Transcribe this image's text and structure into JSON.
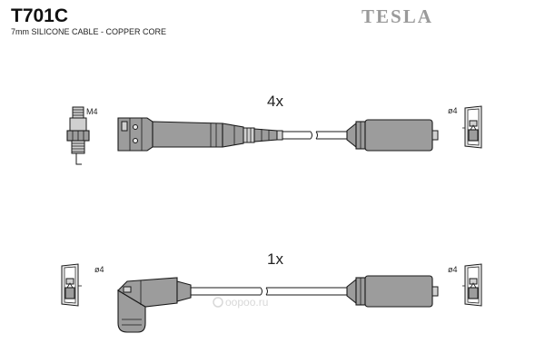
{
  "header": {
    "product_code": "T701C",
    "subtitle": "7mm SILICONE CABLE - COPPER CORE",
    "brand": "TESLA"
  },
  "lead_top": {
    "quantity": "4x",
    "spark_plug_thread": "M4",
    "terminal_size": "ø4"
  },
  "lead_bottom": {
    "quantity": "1x",
    "left_terminal_size": "ø4",
    "right_terminal_size": "ø4"
  },
  "watermark": {
    "text": "oopoo.ru"
  },
  "colors": {
    "boot": "#9c9c9c",
    "outline": "#1a1a1a",
    "brand": "#9a9a9a"
  }
}
